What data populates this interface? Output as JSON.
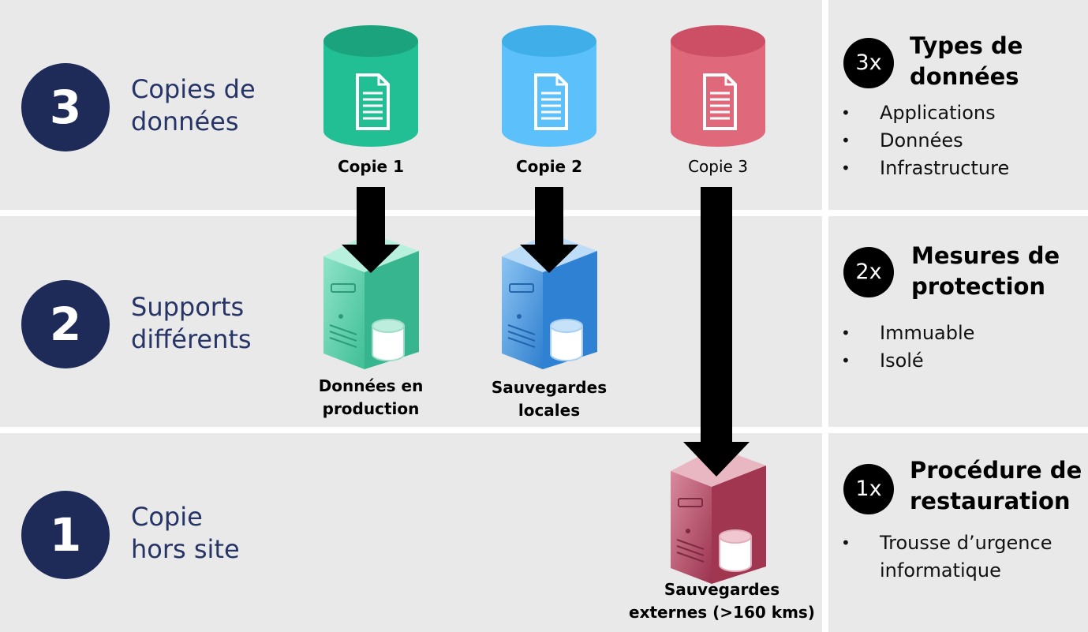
{
  "rows": [
    {
      "number": "3",
      "title_line1": "Copies de",
      "title_line2": "données"
    },
    {
      "number": "2",
      "title_line1": "Supports",
      "title_line2": "différents"
    },
    {
      "number": "1",
      "title_line1": "Copie",
      "title_line2": "hors site"
    }
  ],
  "copies": [
    {
      "label": "Copie 1",
      "color": "#21bf93"
    },
    {
      "label": "Copie 2",
      "color": "#5cc0fa"
    },
    {
      "label": "Copie 3",
      "color": "#e0687b"
    }
  ],
  "servers": [
    {
      "label_line1": "Données en",
      "label_line2": "production",
      "color": "#5ecfae"
    },
    {
      "label_line1": "Sauvegardes",
      "label_line2": "locales",
      "color": "#3f8fd8"
    },
    {
      "label_line1": "Sauvegardes",
      "label_line2": "externes (>160 kms)",
      "color": "#b54a63"
    }
  ],
  "right_panels": [
    {
      "badge": "3x",
      "title_line1": "Types de",
      "title_line2": "données",
      "items": [
        "Applications",
        "Données",
        "Infrastructure"
      ]
    },
    {
      "badge": "2x",
      "title_line1": "Mesures de",
      "title_line2": "protection",
      "items": [
        "Immuable",
        "Isolé"
      ]
    },
    {
      "badge": "1x",
      "title_line1": "Procédure de",
      "title_line2": "restauration",
      "items": [
        "Trousse d’urgence",
        "informatique"
      ]
    }
  ]
}
